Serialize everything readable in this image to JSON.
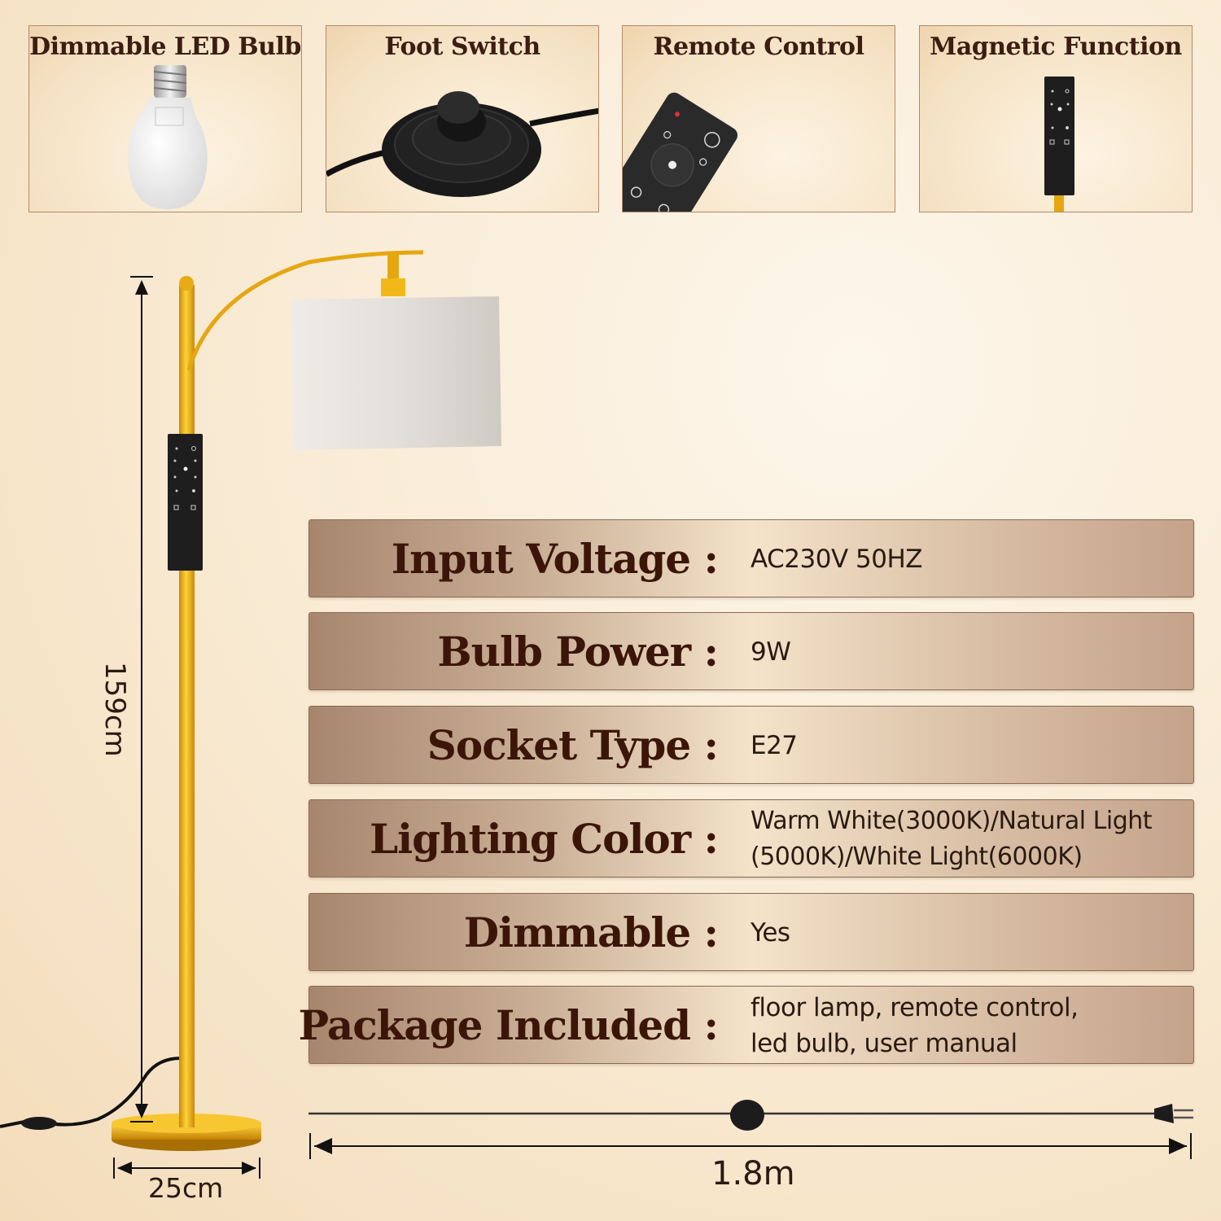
{
  "features": [
    {
      "title": "Dimmable LED Bulb",
      "icon": "led-bulb-icon"
    },
    {
      "title": "Foot Switch",
      "icon": "foot-switch-icon"
    },
    {
      "title": "Remote Control",
      "icon": "remote-control-icon"
    },
    {
      "title": "Magnetic Function",
      "icon": "magnetic-panel-icon"
    }
  ],
  "specs": [
    {
      "label": "Input Voltage :",
      "value": "AC230V 50HZ"
    },
    {
      "label": "Bulb Power :",
      "value": "9W"
    },
    {
      "label": "Socket Type :",
      "value": "E27"
    },
    {
      "label": "Lighting Color :",
      "value": "Warm White(3000K)/Natural Light (5000K)/White Light(6000K)"
    },
    {
      "label": "Dimmable :",
      "value": "Yes"
    },
    {
      "label": "Package Included :",
      "value": "floor lamp, remote control, led bulb, user manual"
    }
  ],
  "dimensions": {
    "height": "159cm",
    "base_width": "25cm",
    "cable_length": "1.8m"
  },
  "colors": {
    "gold": "#e5a710",
    "label_brown": "#3b1608",
    "shade": "#e6e2dc",
    "control_black": "#1e1e1e"
  }
}
